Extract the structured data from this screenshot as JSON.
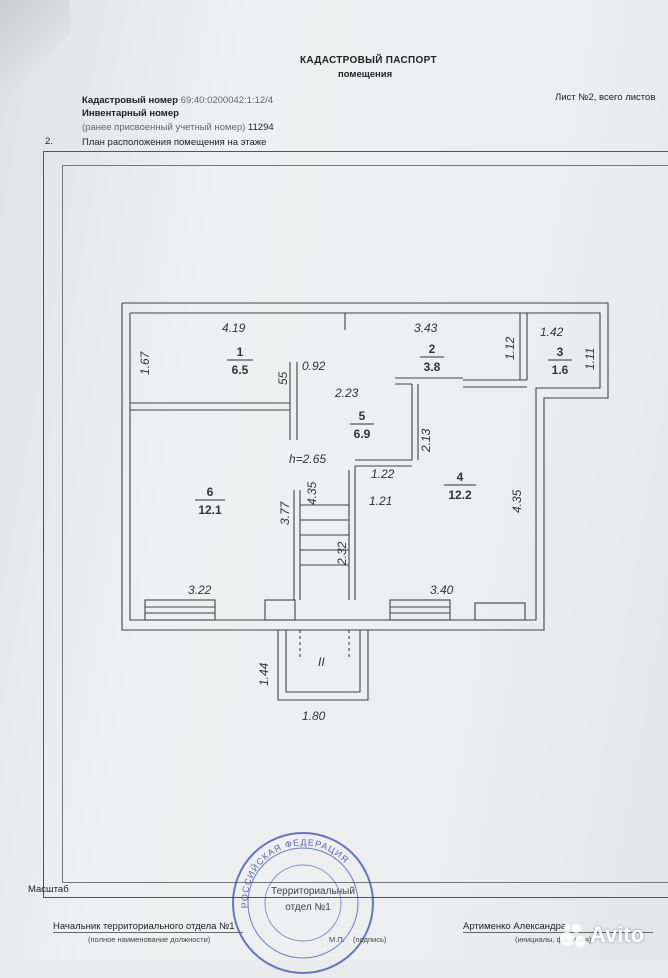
{
  "header": {
    "title": "КАДАСТРОВЫЙ ПАСПОРТ",
    "subtitle": "помещения",
    "cadastral_label": "Кадастровый номер",
    "cadastral_value": "69:40:0200042:1:12/4",
    "inventory_label": "Инвентарный номер",
    "prev_label": "(ранее присвоенный учетный номер)",
    "prev_value": "11294",
    "sheet": "Лист №2, всего листов",
    "section_no": "2.",
    "section_title": "План расположения помещения на этаже"
  },
  "plan": {
    "rooms": [
      {
        "no": "1",
        "area": "6.5"
      },
      {
        "no": "2",
        "area": "3.8"
      },
      {
        "no": "3",
        "area": "1.6"
      },
      {
        "no": "4",
        "area": "12.2"
      },
      {
        "no": "5",
        "area": "6.9"
      },
      {
        "no": "6",
        "area": "12.1"
      }
    ],
    "height": "h=2.65",
    "porch_label": "II",
    "dimensions": {
      "d_419": "4.19",
      "d_343": "3.43",
      "d_142": "1.42",
      "d_167": "1.67",
      "d_055": "55",
      "d_092": "0.92",
      "d_223": "2.23",
      "d_112": "1.12",
      "d_111": "1.11",
      "d_213": "2.13",
      "d_122": "1.22",
      "d_121": "1.21",
      "d_377": "3.77",
      "d_435a": "4.35",
      "d_232": "2.32",
      "d_435b": "4.35",
      "d_322": "3.22",
      "d_340": "3.40",
      "d_144": "1.44",
      "d_180": "1.80"
    }
  },
  "footer": {
    "scale_label": "Масштаб",
    "chief_label": "Начальник территориального отдела №1",
    "position_hint": "(полное наименование должности)",
    "mp": "М.П.",
    "signature_hint": "(подпись)",
    "initials_hint": "(инициалы, фамилия)",
    "signer": "Артименко Александра",
    "stamp_ring": "РОССИЙСКАЯ ФЕДЕРАЦИЯ",
    "stamp_line1": "Территориальный",
    "stamp_line2": "отдел №1",
    "watermark": "Avito"
  }
}
